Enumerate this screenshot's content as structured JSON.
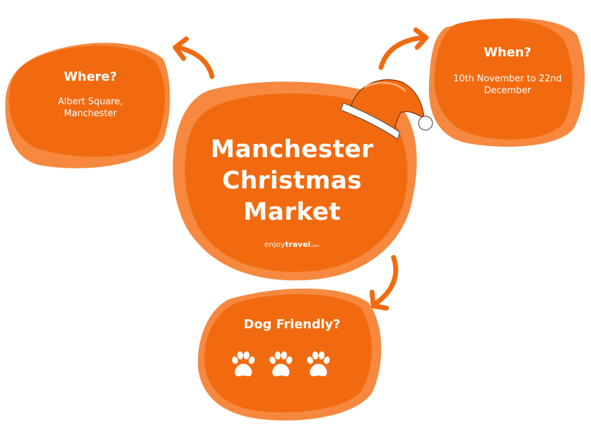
{
  "colors": {
    "accent": "#f26a0f",
    "accent_light": "#f6893f",
    "white": "#ffffff"
  },
  "main": {
    "title_lines": [
      "Manchester",
      "Christmas",
      "Market"
    ]
  },
  "logo": {
    "enjoy": "enjoy",
    "travel": "travel",
    "com": ".com"
  },
  "where": {
    "heading": "Where?",
    "lines": [
      "Albert Square,",
      "Manchester"
    ]
  },
  "when": {
    "heading": "When?",
    "lines": [
      "10th November to 22nd",
      "December"
    ]
  },
  "dog": {
    "heading": "Dog Friendly?",
    "paw_count": 3
  },
  "icons": [
    "santa-hat-icon",
    "paw-icon",
    "curved-arrow-icon"
  ]
}
